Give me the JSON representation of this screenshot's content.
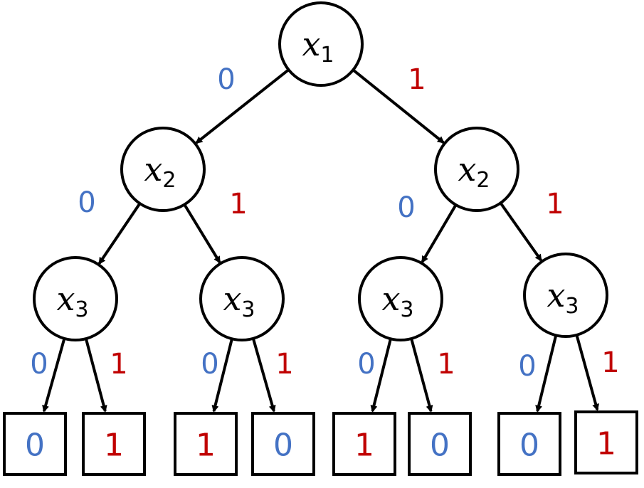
{
  "colors": {
    "zero": "#4472c4",
    "one": "#c00000",
    "stroke": "#000000"
  },
  "nodes": [
    {
      "id": "n1",
      "var": "x",
      "sub": "1"
    },
    {
      "id": "n2",
      "var": "x",
      "sub": "2"
    },
    {
      "id": "n3",
      "var": "x",
      "sub": "2"
    },
    {
      "id": "n4",
      "var": "x",
      "sub": "3"
    },
    {
      "id": "n5",
      "var": "x",
      "sub": "3"
    },
    {
      "id": "n6",
      "var": "x",
      "sub": "3"
    },
    {
      "id": "n7",
      "var": "x",
      "sub": "3"
    }
  ],
  "edges": [
    {
      "from": "n1",
      "to": "n2",
      "label": "0"
    },
    {
      "from": "n1",
      "to": "n3",
      "label": "1"
    },
    {
      "from": "n2",
      "to": "n4",
      "label": "0"
    },
    {
      "from": "n2",
      "to": "n5",
      "label": "1"
    },
    {
      "from": "n3",
      "to": "n6",
      "label": "0"
    },
    {
      "from": "n3",
      "to": "n7",
      "label": "1"
    },
    {
      "from": "n4",
      "to": "l1",
      "label": "0"
    },
    {
      "from": "n4",
      "to": "l2",
      "label": "1"
    },
    {
      "from": "n5",
      "to": "l3",
      "label": "0"
    },
    {
      "from": "n5",
      "to": "l4",
      "label": "1"
    },
    {
      "from": "n6",
      "to": "l5",
      "label": "0"
    },
    {
      "from": "n6",
      "to": "l6",
      "label": "1"
    },
    {
      "from": "n7",
      "to": "l7",
      "label": "0"
    },
    {
      "from": "n7",
      "to": "l8",
      "label": "1"
    }
  ],
  "leaves": [
    {
      "id": "l1",
      "value": "0"
    },
    {
      "id": "l2",
      "value": "1"
    },
    {
      "id": "l3",
      "value": "1"
    },
    {
      "id": "l4",
      "value": "0"
    },
    {
      "id": "l5",
      "value": "1"
    },
    {
      "id": "l6",
      "value": "0"
    },
    {
      "id": "l7",
      "value": "0"
    },
    {
      "id": "l8",
      "value": "1"
    }
  ]
}
